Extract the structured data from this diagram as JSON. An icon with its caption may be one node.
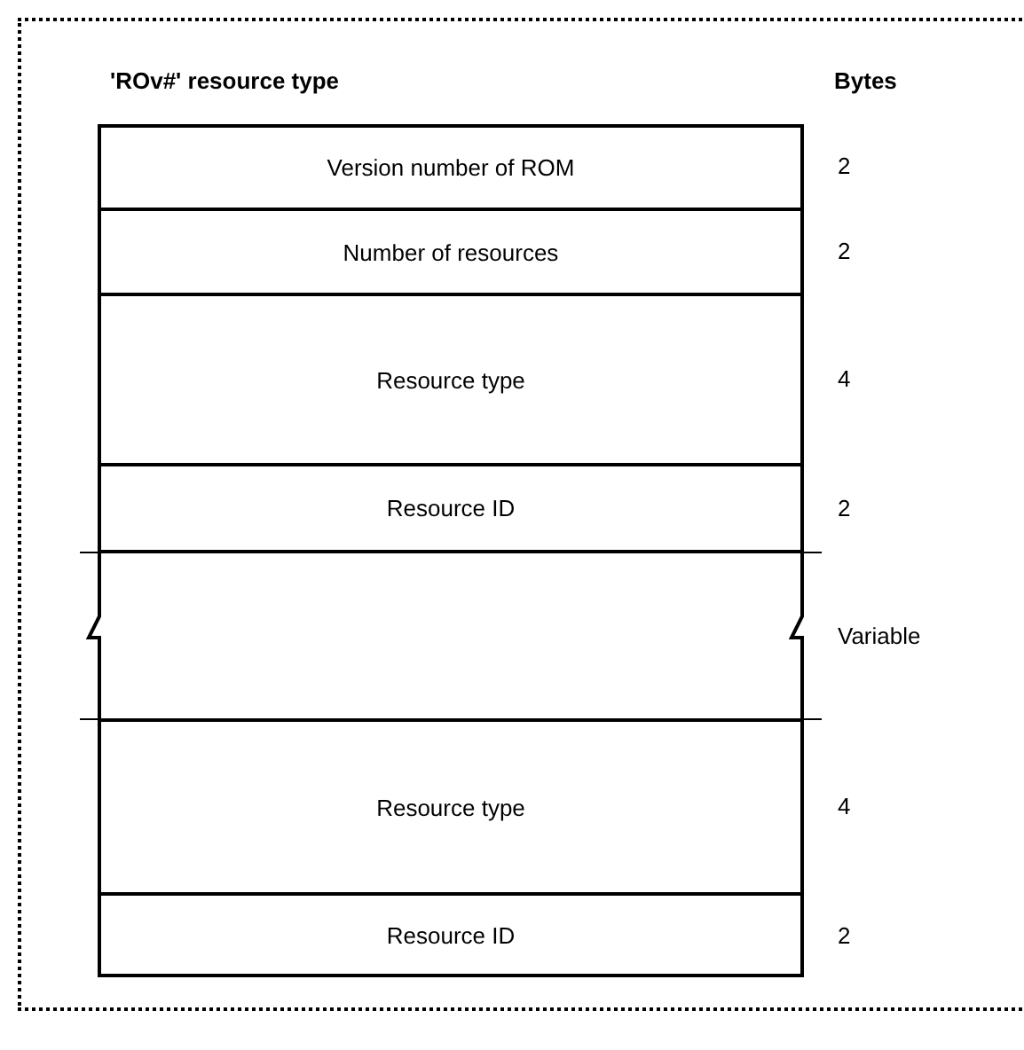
{
  "diagram": {
    "title": "'ROv#' resource type",
    "nodes": [
      {
        "text": [
          "Version number of ROM"
        ],
        "beside": [
          "2"
        ]
      },
      {
        "text": [
          "Number of resources"
        ],
        "beside": [
          "2"
        ]
      },
      {
        "text": [
          "Resource type"
        ],
        "beside": [
          "4"
        ]
      },
      {
        "text": [
          "Resource ID"
        ],
        "beside": [
          "2"
        ]
      },
      {
        "text": [],
        "shape": "box",
        "beside": [
          "Variable"
        ]
      },
      {
        "text": [
          "Resource type"
        ],
        "beside": [
          "4"
        ]
      },
      {
        "text": [
          "Resource ID"
        ],
        "beside": [
          "2"
        ]
      }
    ],
    "edges": [],
    "labels": [
      "Bytes"
    ]
  }
}
